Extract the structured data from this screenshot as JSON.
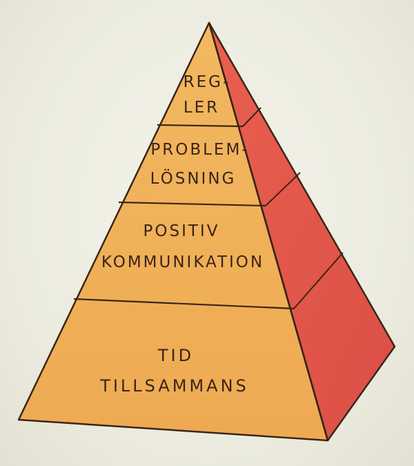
{
  "pyramid": {
    "levels": [
      {
        "line1": "REG-",
        "line2": "LER"
      },
      {
        "line1": "PROBLEM-",
        "line2": "LÖSNING"
      },
      {
        "line1": "POSITIV",
        "line2": "KOMMUNIKATION"
      },
      {
        "line1": "TID",
        "line2": "TILLSAMMANS"
      }
    ],
    "colors": {
      "front_face": "#f0b25a",
      "side_face": "#e0564a",
      "outline": "#3a2418",
      "background": "#efeee3"
    }
  }
}
